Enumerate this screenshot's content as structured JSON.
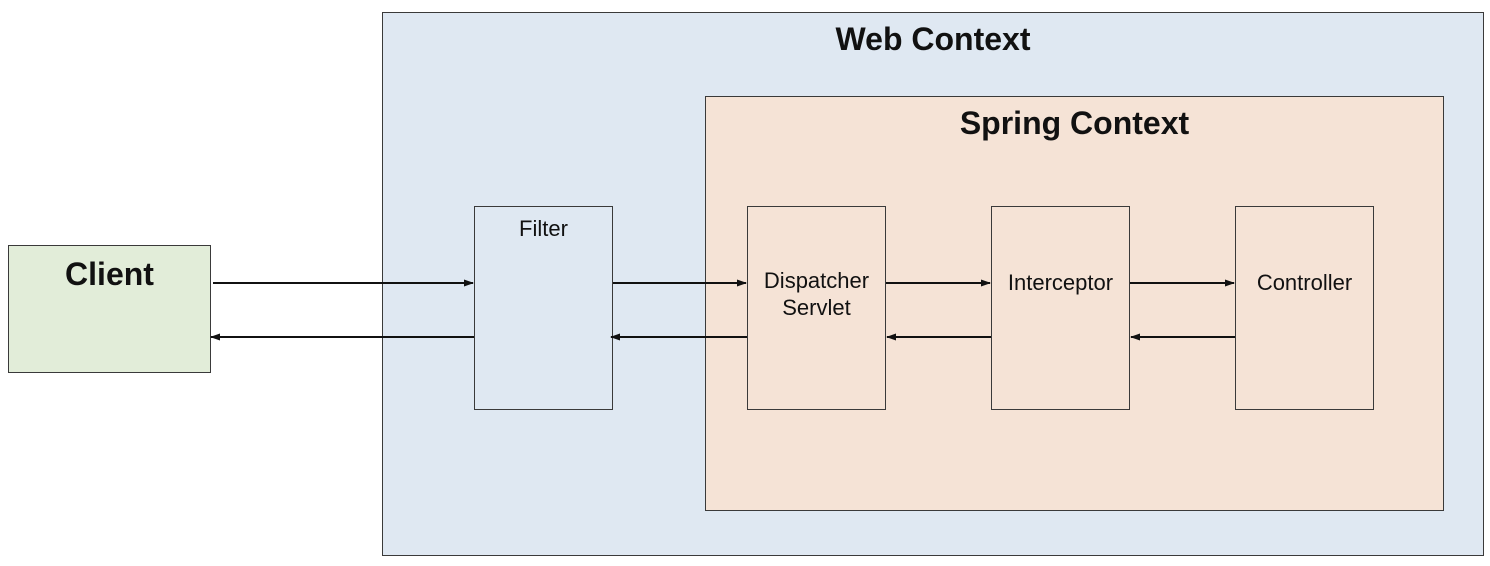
{
  "web_context": {
    "title": "Web Context"
  },
  "spring_context": {
    "title": "Spring Context"
  },
  "client": {
    "title": "Client"
  },
  "components": {
    "filter": "Filter",
    "dispatcher_servlet": "Dispatcher\nServlet",
    "interceptor": "Interceptor",
    "controller": "Controller"
  },
  "colors": {
    "web_context_fill": "#dfe8f2",
    "spring_context_fill": "#f5e3d6",
    "client_fill": "#e2edd9",
    "border": "#3a3a3a"
  }
}
